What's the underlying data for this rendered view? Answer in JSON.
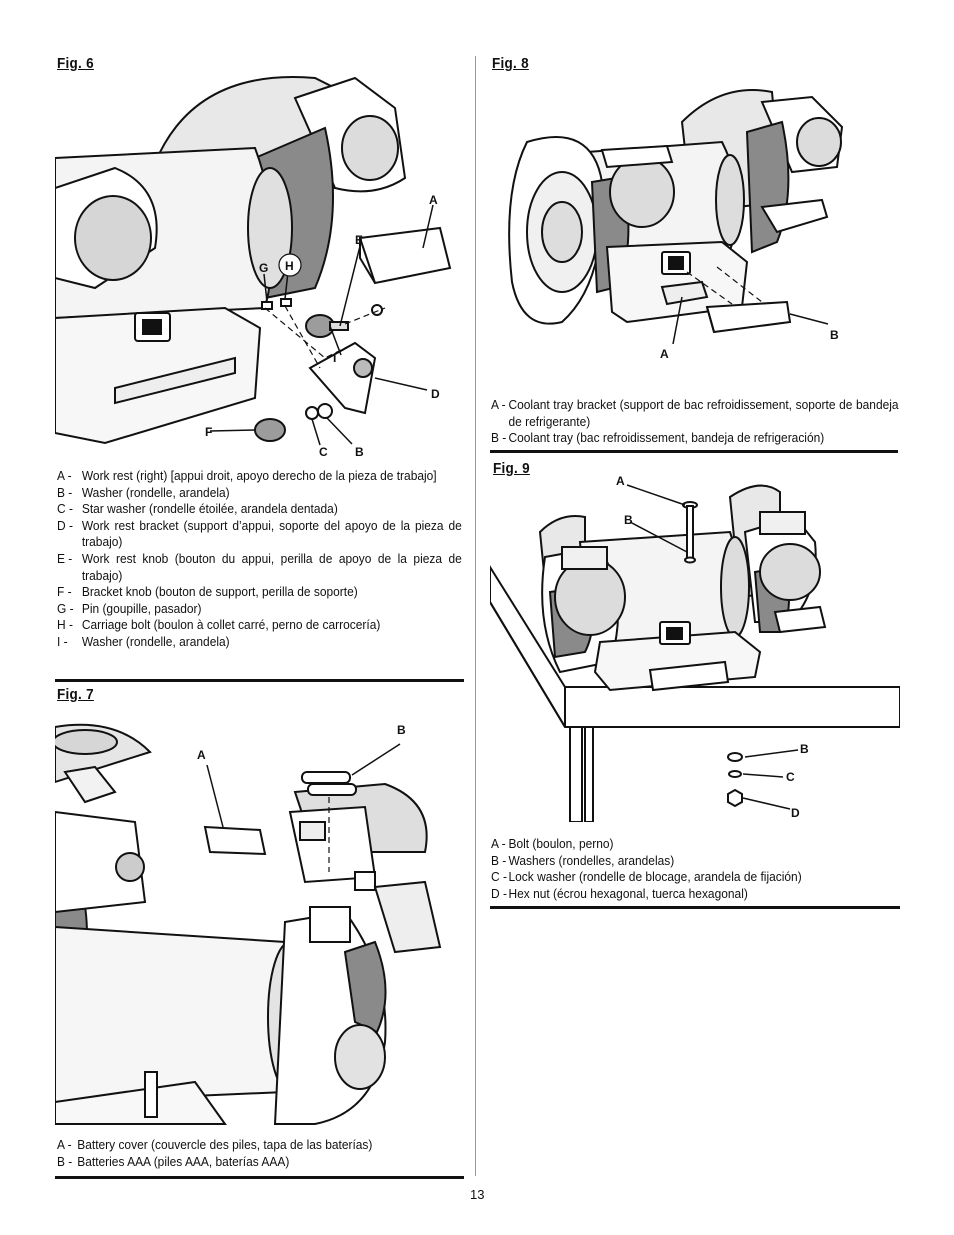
{
  "page_number": "13",
  "fig6": {
    "title": "Fig. 6",
    "callouts": {
      "A": "A",
      "B": "B",
      "C": "C",
      "D": "D",
      "E": "E",
      "F": "F",
      "G": "G",
      "H": "H",
      "I": "I"
    },
    "legend": [
      {
        "key": "A -",
        "text": "Work rest (right) [appui droit, apoyo derecho de la pieza de trabajo]"
      },
      {
        "key": "B -",
        "text": "Washer (rondelle, arandela)"
      },
      {
        "key": "C -",
        "text": "Star washer (rondelle étoilée, arandela dentada)"
      },
      {
        "key": "D -",
        "text": "Work rest bracket (support d’appui, soporte del apoyo de la pieza de trabajo)"
      },
      {
        "key": "E -",
        "text": "Work rest knob (bouton du appui, perilla de apoyo de la pieza de trabajo)"
      },
      {
        "key": "F -",
        "text": "Bracket knob (bouton de support, perilla de soporte)"
      },
      {
        "key": "G -",
        "text": "Pin (goupille, pasador)"
      },
      {
        "key": "H -",
        "text": "Carriage bolt (boulon à collet carré, perno de carrocería)"
      },
      {
        "key": "I -",
        "text": "Washer (rondelle, arandela)"
      }
    ]
  },
  "fig7": {
    "title": "Fig. 7",
    "callouts": {
      "A": "A",
      "B": "B"
    },
    "legend": [
      {
        "key": "A -",
        "text": "Battery cover (couvercle des piles, tapa de las baterías)"
      },
      {
        "key": "B -",
        "text": "Batteries AAA (piles AAA, baterías AAA)"
      }
    ]
  },
  "fig8": {
    "title": "Fig. 8",
    "callouts": {
      "A": "A",
      "B": "B"
    },
    "legend": [
      {
        "key": "A -",
        "text": "Coolant tray bracket (support de bac refroidissement, soporte de bandeja de refrigerante)"
      },
      {
        "key": "B -",
        "text": "Coolant tray (bac refroidissement, bandeja de refrigeración)"
      }
    ]
  },
  "fig9": {
    "title": "Fig. 9",
    "callouts": {
      "A": "A",
      "B": "B",
      "B2": "B",
      "C": "C",
      "D": "D"
    },
    "legend": [
      {
        "key": "A -",
        "text": "Bolt (boulon, perno)"
      },
      {
        "key": "B -",
        "text": "Washers (rondelles, arandelas)"
      },
      {
        "key": "C -",
        "text": "Lock washer (rondelle de blocage, arandela de fijación)"
      },
      {
        "key": "D -",
        "text": "Hex nut (écrou hexagonal, tuerca hexagonal)"
      }
    ]
  }
}
